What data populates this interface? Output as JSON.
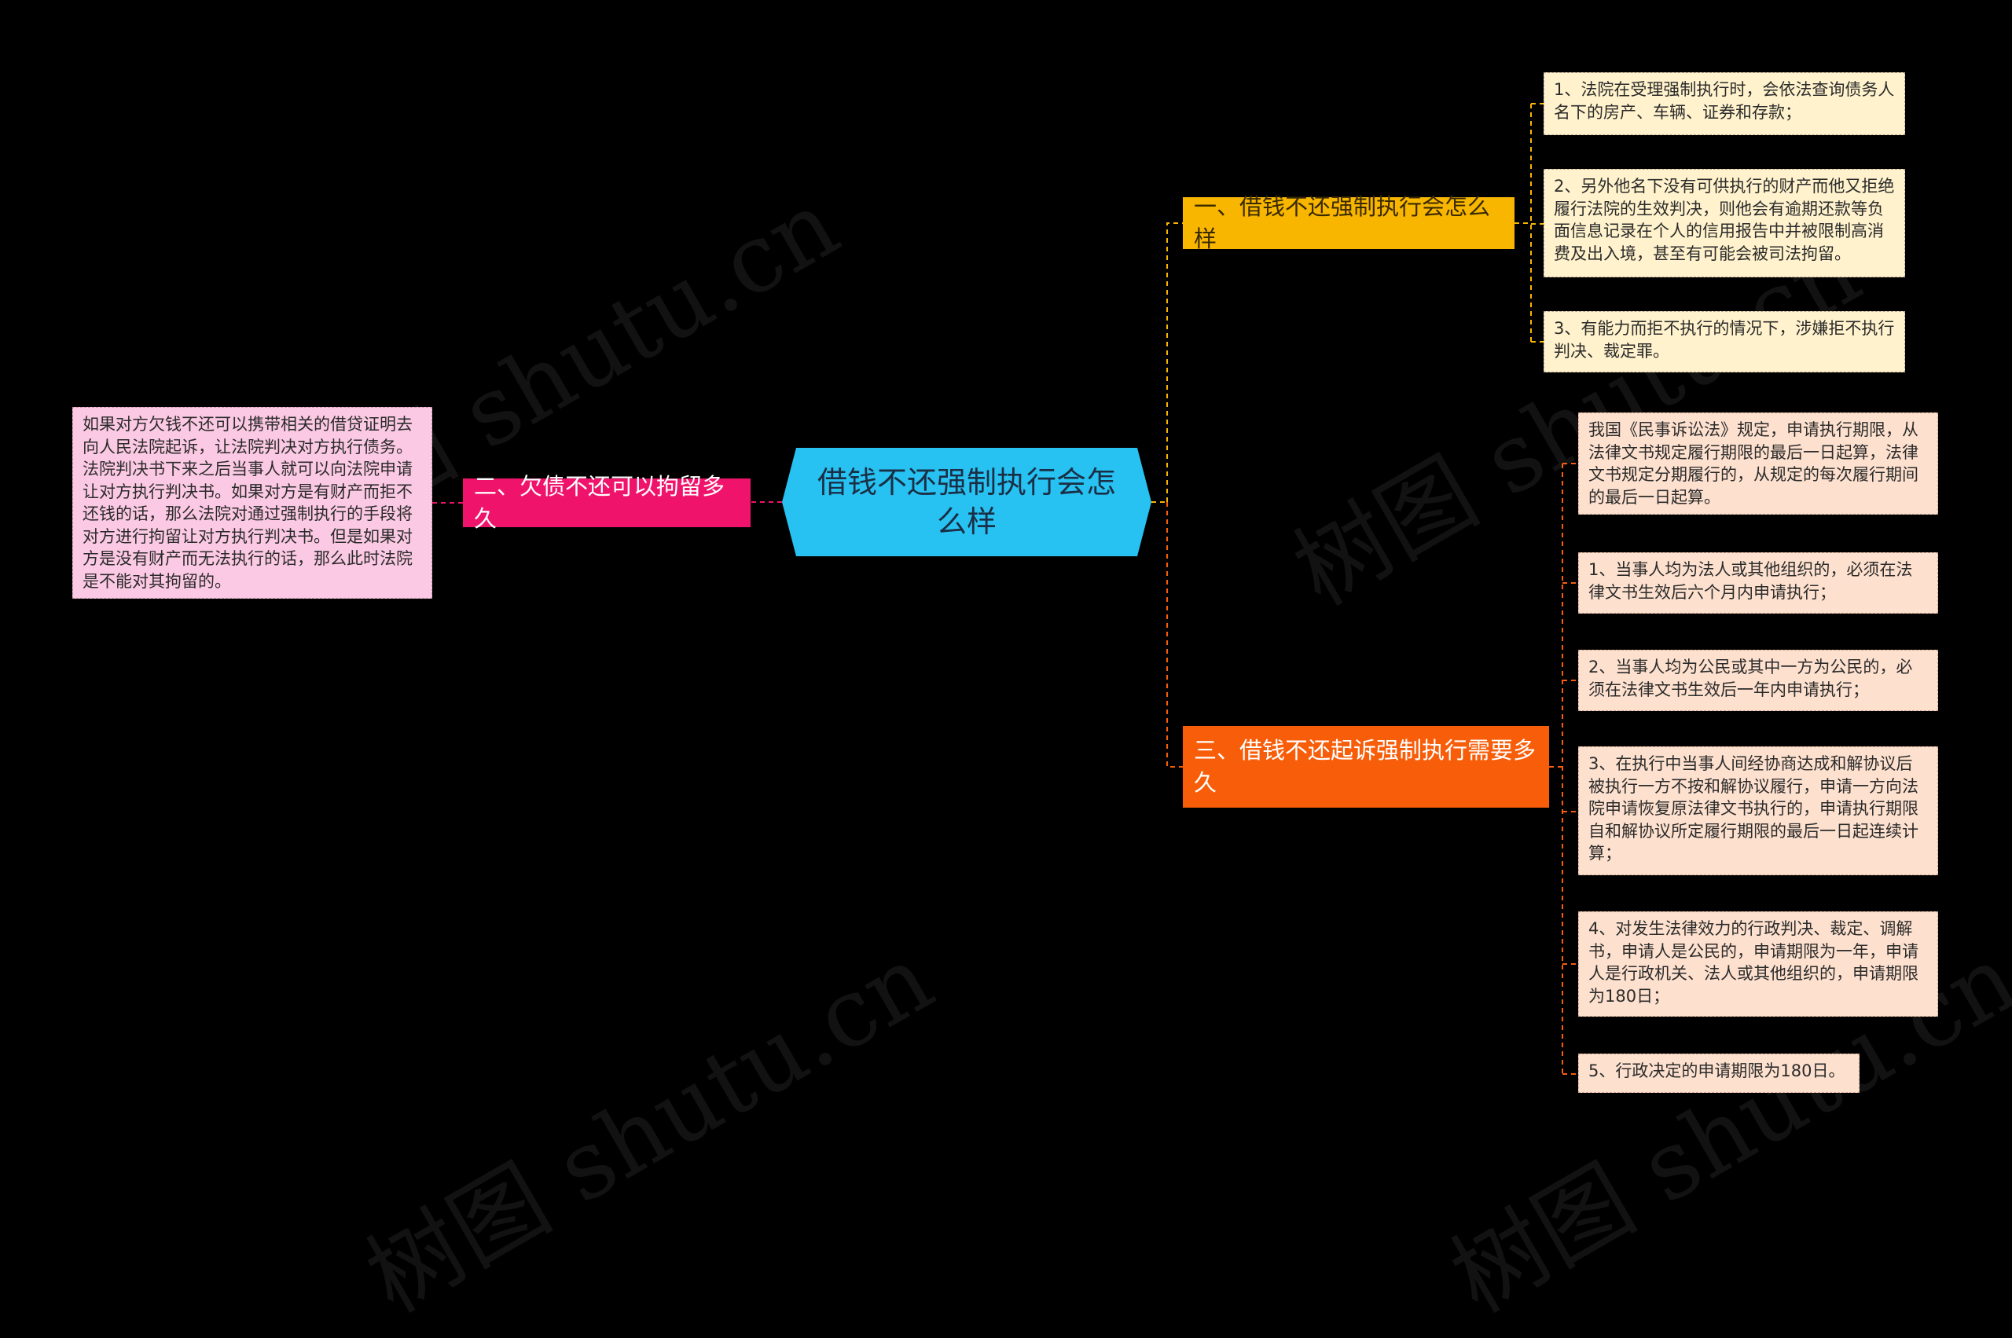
{
  "watermark": "树图 shutu.cn",
  "root": {
    "label": "借钱不还强制执行会怎么样"
  },
  "branches": [
    {
      "label": "一、借钱不还强制执行会怎么样",
      "color": "#f8b600",
      "leaves": [
        "1、法院在受理强制执行时，会依法查询债务人名下的房产、车辆、证券和存款；",
        "2、另外他名下没有可供执行的财产而他又拒绝履行法院的生效判决，则他会有逾期还款等负面信息记录在个人的信用报告中并被限制高消费及出入境，甚至有可能会被司法拘留。",
        "3、有能力而拒不执行的情况下，涉嫌拒不执行判决、裁定罪。"
      ]
    },
    {
      "label": "二、欠债不还可以拘留多久",
      "color": "#f0136b",
      "leaves": [
        "如果对方欠钱不还可以携带相关的借贷证明去向人民法院起诉，让法院判决对方执行债务。法院判决书下来之后当事人就可以向法院申请让对方执行判决书。如果对方是有财产而拒不还钱的话，那么法院对通过强制执行的手段将对方进行拘留让对方执行判决书。但是如果对方是没有财产而无法执行的话，那么此时法院是不能对其拘留的。"
      ]
    },
    {
      "label": "三、借钱不还起诉强制执行需要多久",
      "color": "#f85d09",
      "leaves": [
        "我国《民事诉讼法》规定，申请执行期限，从法律文书规定履行期限的最后一日起算，法律文书规定分期履行的，从规定的每次履行期间的最后一日起算。",
        "1、当事人均为法人或其他组织的，必须在法律文书生效后六个月内申请执行；",
        "2、当事人均为公民或其中一方为公民的，必须在法律文书生效后一年内申请执行；",
        "3、在执行中当事人间经协商达成和解协议后被执行一方不按和解协议履行，申请一方向法院申请恢复原法律文书执行的，申请执行期限自和解协议所定履行期限的最后一日起连续计算；",
        "4、对发生法律效力的行政判决、裁定、调解书，申请人是公民的，申请期限为一年，申请人是行政机关、法人或其他组织的，申请期限为180日；",
        "5、行政决定的申请期限为180日。"
      ]
    }
  ]
}
